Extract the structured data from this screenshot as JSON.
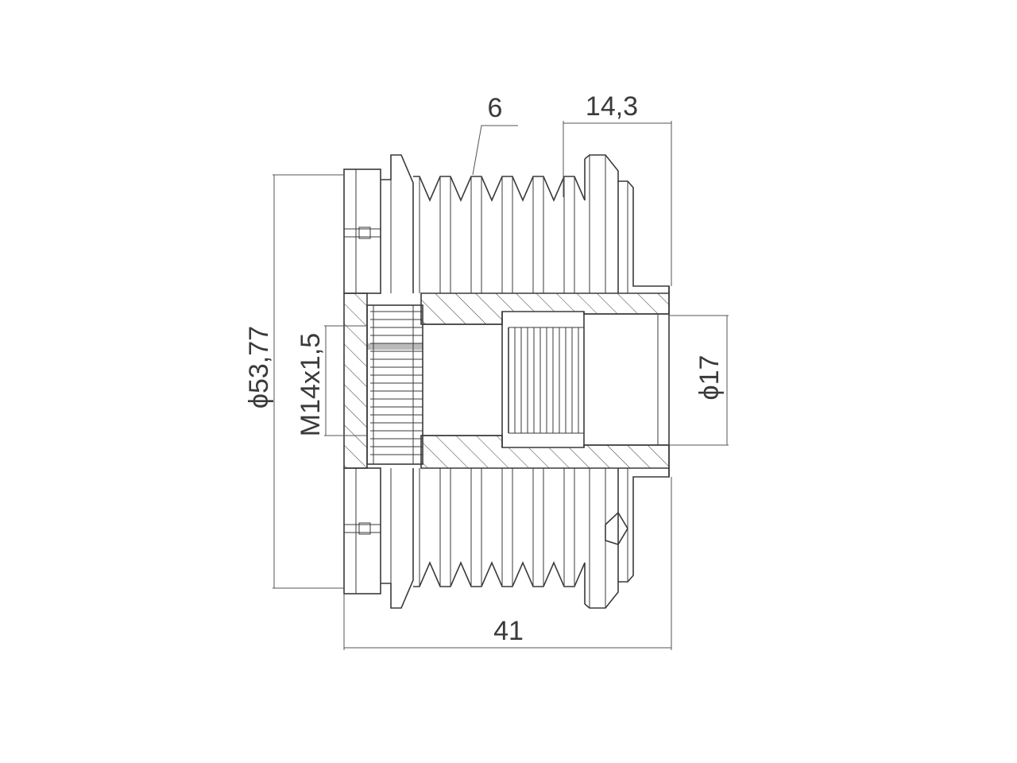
{
  "dimensions": {
    "groove_count": "6",
    "hub_length": "14,3",
    "outer_diameter": "ϕ53,77",
    "thread": "M14x1,5",
    "bore_diameter": "ϕ17",
    "overall_length": "41"
  },
  "colors": {
    "line": "#3a3a3a",
    "hatch": "#3a3a3a",
    "background": "#ffffff"
  }
}
